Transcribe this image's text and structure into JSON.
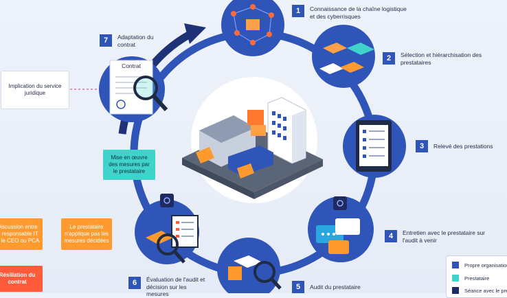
{
  "steps": [
    {
      "num": "1",
      "label": "Connaissance de la chaîne logistique et des cyberrisques"
    },
    {
      "num": "2",
      "label": "Sélection et hiérarchisation des prestataires"
    },
    {
      "num": "3",
      "label": "Relevé des prestations"
    },
    {
      "num": "4",
      "label": "Entretien avec le prestataire sur l'audit à venir"
    },
    {
      "num": "5",
      "label": "Audit du prestataire"
    },
    {
      "num": "6",
      "label": "Évaluation de l'audit et décision sur les mesures"
    },
    {
      "num": "7",
      "label": "Adaptation du contrat"
    }
  ],
  "boxes": {
    "legal": "Implication du service juridique",
    "measures": "Mise en œuvre des mesures par le prestataire",
    "not_applied": "Le prestataire n'applique pas les mesures décidées",
    "discussion": "Discussion entre le responsable IT et le CEO ou PCA",
    "termination": "Résiliation du contrat"
  },
  "contract_label": "Contrat",
  "legend": [
    {
      "label": "Propre organisation",
      "color": "#2f55b8"
    },
    {
      "label": "Prestataire",
      "color": "#3fd3cb"
    },
    {
      "label": "Séance avec le prestataire",
      "color": "#1f2a60"
    }
  ],
  "colors": {
    "ring": "#2f55b8",
    "ring_dark": "#1f3278",
    "teal": "#3fd3cb",
    "orange": "#ff9a2e",
    "red": "#ff5a3a"
  }
}
